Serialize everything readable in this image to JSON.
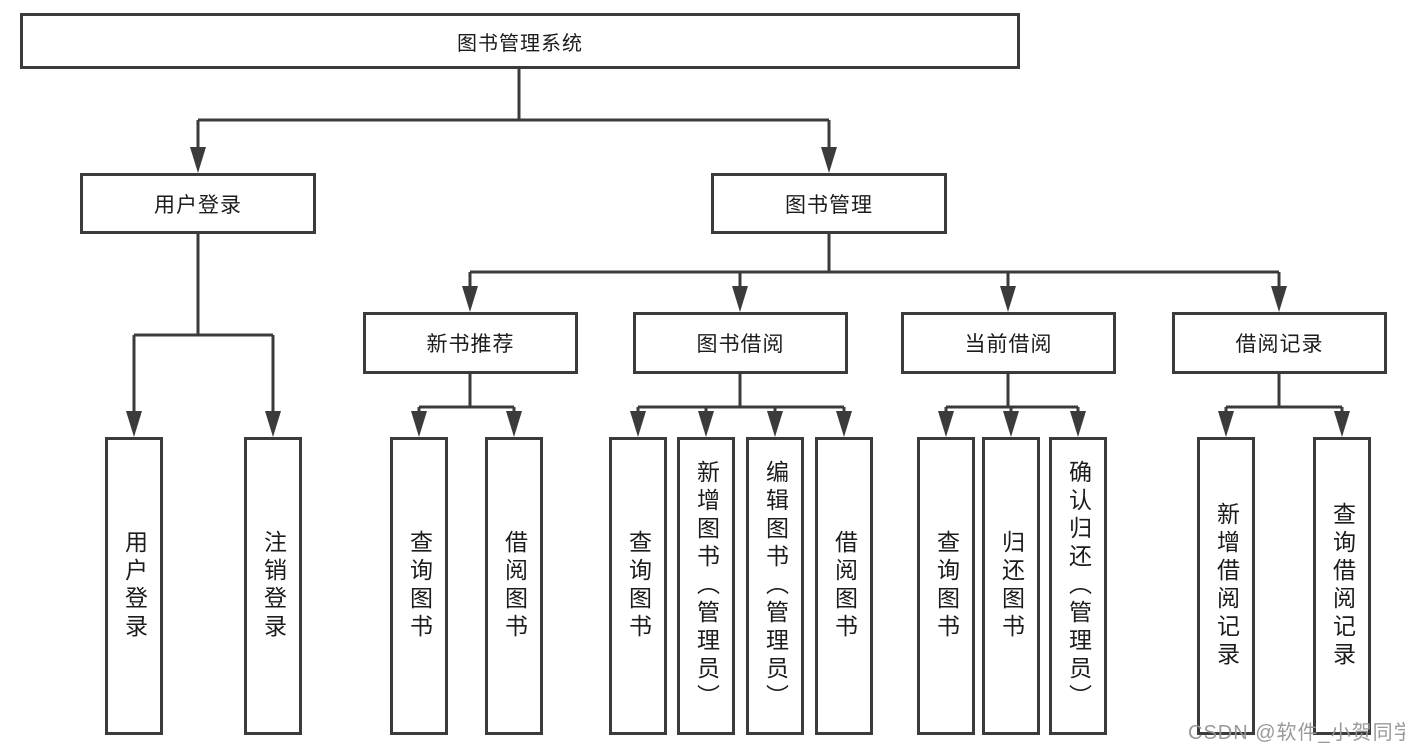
{
  "colors": {
    "line": "#3b3b3b",
    "box_border": "#3b3b3b",
    "box_fill": "#ffffff",
    "text": "#1c1c1c",
    "watermark_text": "#949499"
  },
  "watermark": {
    "text": "CSDN @软件_小贺同学"
  },
  "tree": {
    "root": {
      "label": "图书管理系统"
    },
    "branches": [
      {
        "label": "用户登录",
        "children": [
          {
            "label": "用户登录"
          },
          {
            "label": "注销登录"
          }
        ]
      },
      {
        "label": "图书管理",
        "children": [
          {
            "label": "新书推荐",
            "children": [
              {
                "label": "查询图书"
              },
              {
                "label": "借阅图书"
              }
            ]
          },
          {
            "label": "图书借阅",
            "children": [
              {
                "label": "查询图书"
              },
              {
                "label": "新增图书（管理员）"
              },
              {
                "label": "编辑图书（管理员）"
              },
              {
                "label": "借阅图书"
              }
            ]
          },
          {
            "label": "当前借阅",
            "children": [
              {
                "label": "查询图书"
              },
              {
                "label": "归还图书"
              },
              {
                "label": "确认归还（管理员）"
              }
            ]
          },
          {
            "label": "借阅记录",
            "children": [
              {
                "label": "新增借阅记录"
              },
              {
                "label": "查询借阅记录"
              }
            ]
          }
        ]
      }
    ]
  }
}
